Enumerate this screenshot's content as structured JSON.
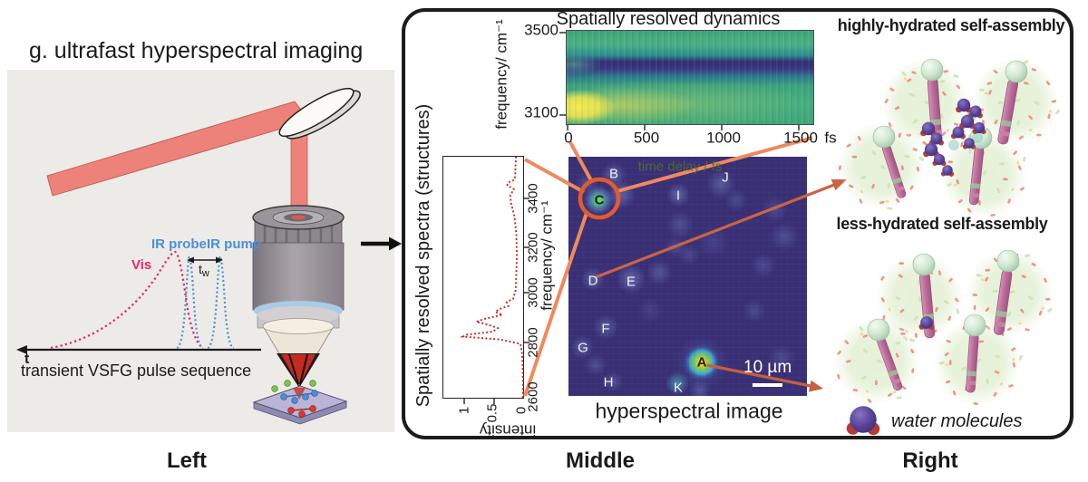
{
  "page": {
    "captions": {
      "left": "Left",
      "middle": "Middle",
      "right": "Right"
    }
  },
  "left_panel": {
    "title": "g. ultrafast hyperspectral imaging",
    "pulse_diagram": {
      "vis": "Vis",
      "ir_probe": "IR probe",
      "ir_pump": "IR pump",
      "tw_base": "t",
      "tw_sub": "w",
      "t_axis": "t",
      "caption": "transient VSFG pulse sequence"
    }
  },
  "middle_panel": {
    "dynamics": {
      "title": "Spatially resolved dynamics",
      "ylabel": "frequency/ cm⁻¹",
      "yticks": [
        "3500",
        "3100"
      ],
      "xticks": [
        "0",
        "500",
        "1000",
        "1500"
      ],
      "x_unit": "fs",
      "xlabel_hidden": "time delay / fs"
    },
    "spectra": {
      "axis_label": "Spatially resolved spectra (structures)",
      "freq_label": "frequency/ cm⁻¹",
      "freq_ticks": [
        "3400",
        "3200",
        "3000",
        "2800",
        "2600"
      ],
      "intensity_label": "intensity",
      "intensity_ticks": [
        "1",
        "0.5",
        "0"
      ]
    },
    "hyper": {
      "caption": "hyperspectral image",
      "scalebar": "10 µm",
      "letters": [
        "B",
        "C",
        "I",
        "J",
        "D",
        "E",
        "F",
        "G",
        "H",
        "K",
        "A"
      ]
    }
  },
  "right_panel": {
    "title_high": "highly-hydrated self-assembly",
    "title_less": "less-hydrated self-assembly",
    "water_legend": "water molecules"
  },
  "colors": {
    "accent_orange": "#e2622f",
    "connector_salmon": "#ef8a5c",
    "arrow_rust": "#c96544",
    "spectrum_red": "#cf2820",
    "vis_pink": "#e6266d",
    "ir_blue": "#4a8fd3",
    "beam_red": "#ec8279",
    "heat_teal": "#3fa87b",
    "heat_yellow": "#f2e74e",
    "heat_band_blue": "#373480",
    "hyper_bg": "#3a3076",
    "micelle_green": "#e3f0d4",
    "rod_pink": "#bd6f9c",
    "water_purple": "#584397",
    "panel_gray": "#ecebe8"
  },
  "chart_data": [
    {
      "type": "heatmap",
      "title": "Spatially resolved dynamics",
      "xlabel": "time delay / fs",
      "ylabel": "frequency/ cm⁻¹",
      "xlim": [
        0,
        1600
      ],
      "ylim": [
        3100,
        3500
      ],
      "legend_position": "none",
      "features": [
        {
          "name": "bleach band (dark blue)",
          "freq_center": 3380,
          "time_range_fs": [
            0,
            1600
          ],
          "persists": true
        },
        {
          "name": "excited hot band (yellow)",
          "freq_center": 3150,
          "time_range_fs": [
            0,
            700
          ],
          "decays_to_green_by_fs": 700
        }
      ]
    },
    {
      "type": "line",
      "title": "Spatially resolved spectra (structures)",
      "xlabel": "frequency/ cm⁻¹",
      "ylabel": "intensity",
      "xlim": [
        2600,
        3500
      ],
      "ylim": [
        0,
        1.2
      ],
      "orientation": "rotated 90° CCW (frequency vertical, intensity increasing leftward)",
      "x": [
        2600,
        2690,
        2780,
        2822,
        2840,
        2852,
        2860,
        2872,
        2886,
        2900,
        2912,
        2925,
        2940,
        2952,
        2963,
        2976,
        2992,
        3006,
        3040,
        3100,
        3180,
        3270,
        3340,
        3395,
        3425,
        3450,
        3465,
        3477,
        3488,
        3500
      ],
      "y": [
        0.02,
        0.02,
        0.03,
        0.06,
        0.4,
        1.02,
        0.95,
        0.52,
        0.44,
        0.6,
        0.8,
        0.64,
        0.36,
        0.48,
        0.42,
        0.26,
        0.29,
        0.18,
        0.14,
        0.13,
        0.12,
        0.13,
        0.16,
        0.22,
        0.23,
        0.17,
        0.28,
        0.27,
        0.16,
        0.15
      ]
    },
    {
      "type": "heatmap",
      "title": "hyperspectral image",
      "scale_bar": "10 µm",
      "labeled_points": [
        {
          "label": "A",
          "intensity": "very bright (yellow core, green/cyan ring)"
        },
        {
          "label": "B",
          "intensity": "faint blue"
        },
        {
          "label": "C",
          "intensity": "bright green, circled in orange"
        },
        {
          "label": "D",
          "intensity": "faint blue"
        },
        {
          "label": "E",
          "intensity": "faint blue"
        },
        {
          "label": "F",
          "intensity": "faint blue"
        },
        {
          "label": "G",
          "intensity": "faint blue"
        },
        {
          "label": "H",
          "intensity": "faint blue"
        },
        {
          "label": "I",
          "intensity": "faint blue"
        },
        {
          "label": "J",
          "intensity": "faint blue"
        },
        {
          "label": "K",
          "intensity": "light cyan"
        }
      ]
    }
  ]
}
